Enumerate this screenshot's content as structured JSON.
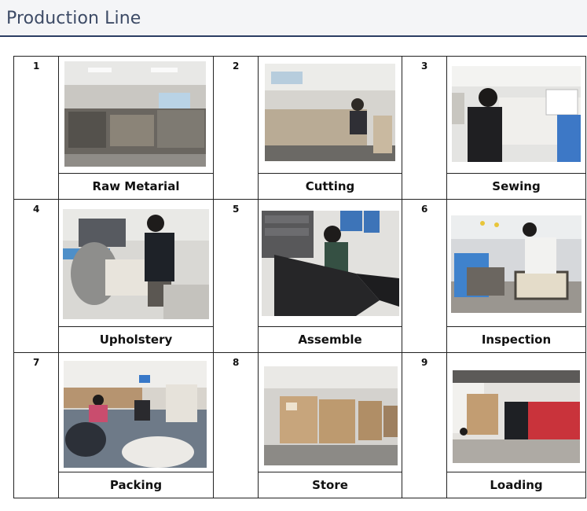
{
  "header": {
    "title": "Production Line"
  },
  "steps": [
    {
      "number": "1",
      "label": "Raw Metarial"
    },
    {
      "number": "2",
      "label": "Cutting"
    },
    {
      "number": "3",
      "label": "Sewing"
    },
    {
      "number": "4",
      "label": "Upholstery"
    },
    {
      "number": "5",
      "label": "Assemble"
    },
    {
      "number": "6",
      "label": "Inspection"
    },
    {
      "number": "7",
      "label": "Packing"
    },
    {
      "number": "8",
      "label": "Store"
    },
    {
      "number": "9",
      "label": "Loading"
    }
  ]
}
